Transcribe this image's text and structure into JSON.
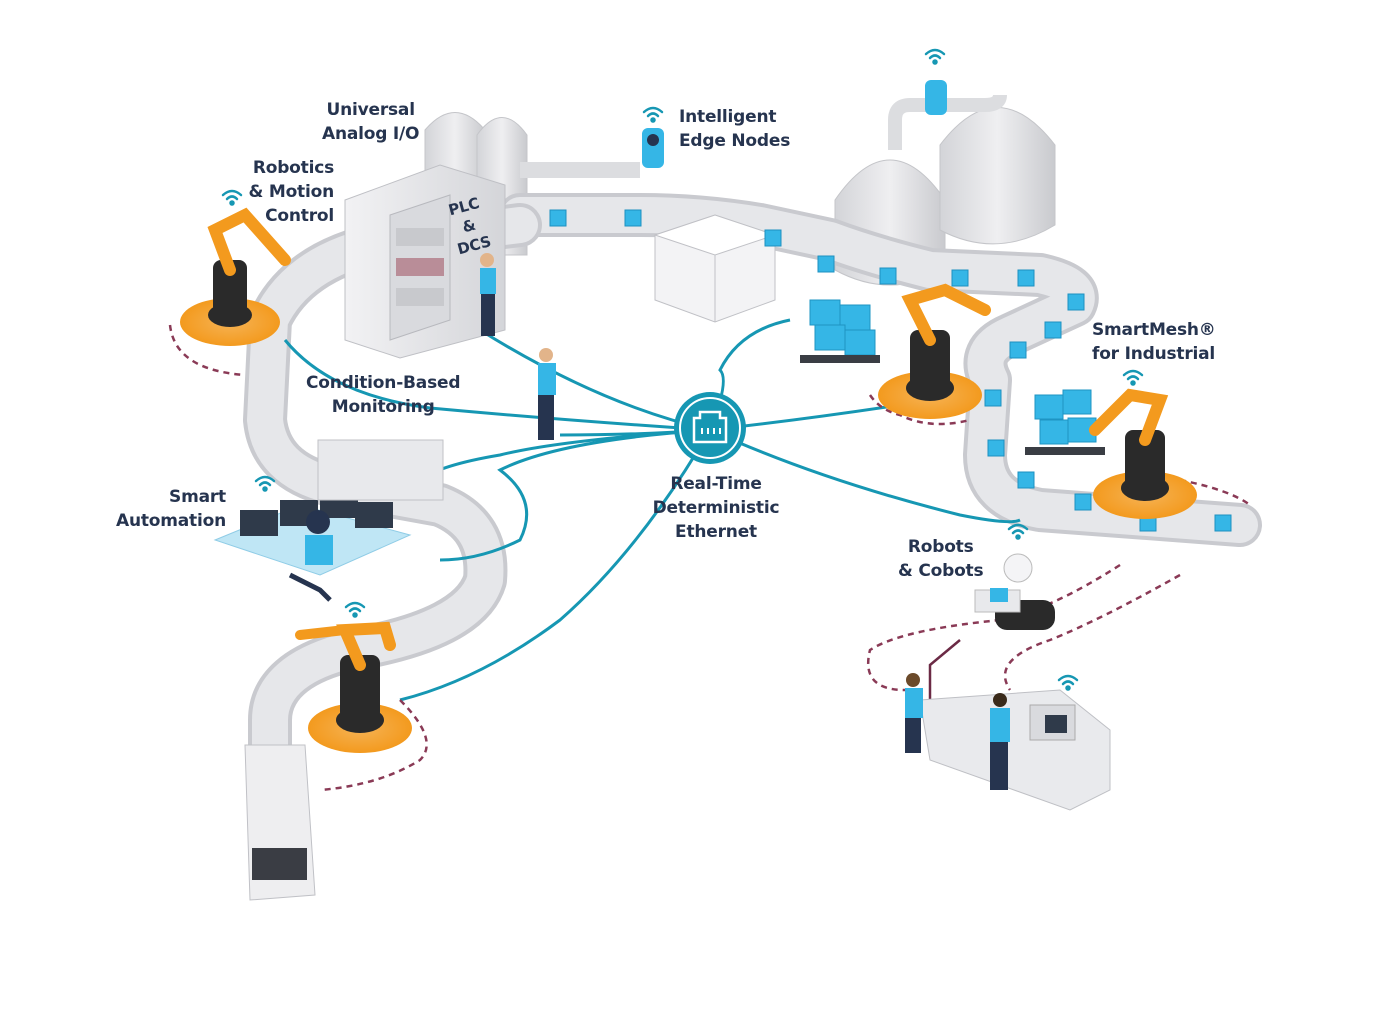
{
  "colors": {
    "network": "#1697b3",
    "accent_blue": "#35b6e6",
    "robot_orange": "#f39a1e",
    "robot_dark": "#2a2a2a",
    "label_text": "#26344f",
    "grey_light": "#e3e4e7",
    "dashed": "#8a3a56"
  },
  "labels": {
    "universal_analog_io": [
      "Universal",
      "Analog I/O"
    ],
    "intelligent_edge_nodes": [
      "Intelligent",
      "Edge Nodes"
    ],
    "robotics_motion_control": [
      "Robotics",
      "& Motion",
      "Control"
    ],
    "plc_dcs": [
      "PLC",
      "&",
      "DCS"
    ],
    "condition_based_monitoring": [
      "Condition-Based",
      "Monitoring"
    ],
    "smartmesh": [
      "SmartMesh®",
      "for Industrial"
    ],
    "smart_automation": [
      "Smart",
      "Automation"
    ],
    "real_time_ethernet": [
      "Real-Time",
      "Deterministic",
      "Ethernet"
    ],
    "robots_cobots": [
      "Robots",
      "& Cobots"
    ]
  },
  "icons": {
    "hub": "ethernet-port-icon",
    "wireless": "wifi-icon",
    "sensor": "edge-node-icon"
  }
}
